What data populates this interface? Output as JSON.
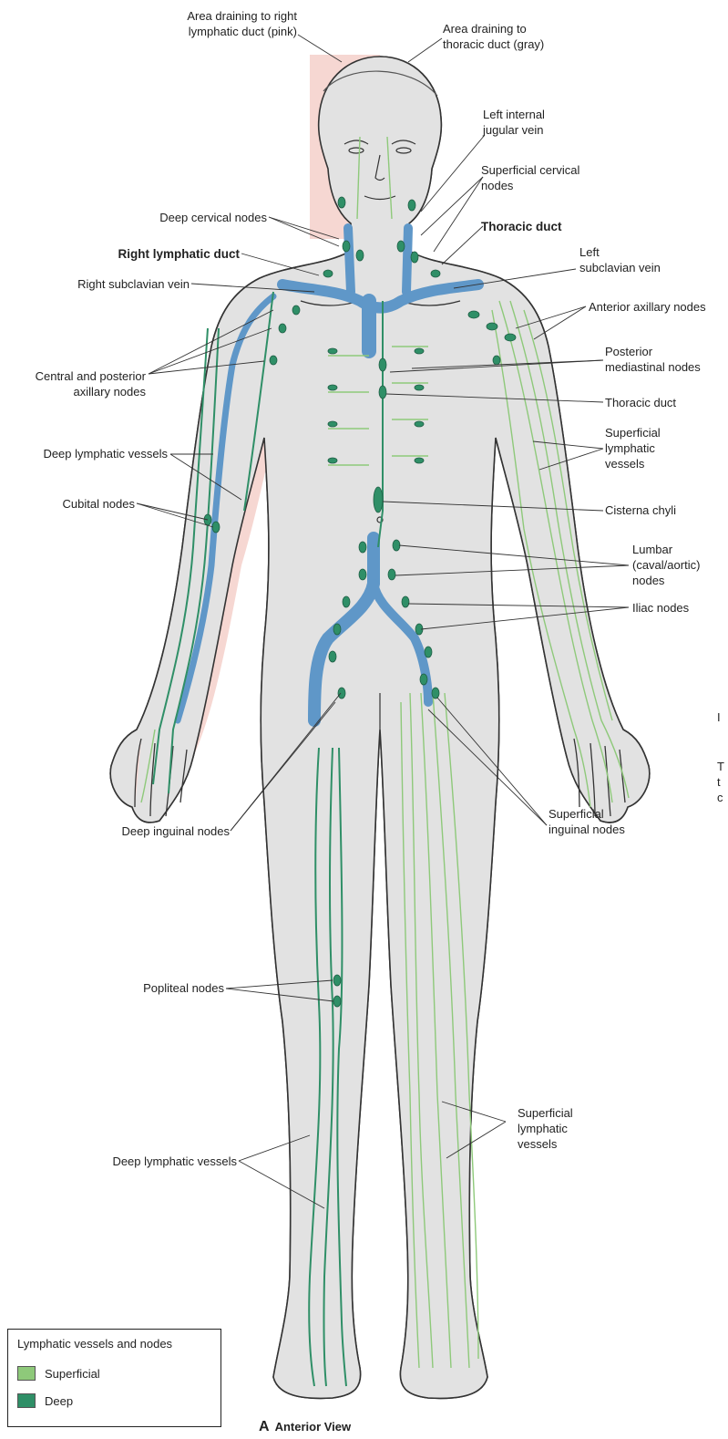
{
  "colors": {
    "right_duct_region": "#f6d7d2",
    "thoracic_region": "#e2e2e2",
    "superficial": "#8ec97a",
    "deep": "#2f8f67",
    "vein": "#5f97c8",
    "outline": "#333333"
  },
  "labels": {
    "area_right": "Area draining to right\nlymphatic duct (pink)",
    "area_thoracic": "Area draining to\nthoracic duct (gray)",
    "left_internal_jugular": "Left internal\njugular vein",
    "superficial_cervical": "Superficial cervical\nnodes",
    "deep_cervical": "Deep cervical nodes",
    "thoracic_duct_bold": "Thoracic duct",
    "right_lymphatic_duct": "Right lymphatic duct",
    "left_subclavian": "Left\nsubclavian vein",
    "right_subclavian": "Right subclavian vein",
    "anterior_axillary": "Anterior axillary nodes",
    "posterior_mediastinal": "Posterior\nmediastinal nodes",
    "central_posterior_axillary": "Central and posterior\naxillary nodes",
    "thoracic_duct": "Thoracic duct",
    "superficial_vessels_arm": "Superficial\nlymphatic\nvessels",
    "deep_vessels_arm": "Deep lymphatic vessels",
    "cubital": "Cubital nodes",
    "cisterna": "Cisterna chyli",
    "lumbar": "Lumbar\n(caval/aortic)\nnodes",
    "iliac": "Iliac nodes",
    "deep_inguinal": "Deep inguinal nodes",
    "superficial_inguinal": "Superficial\ninguinal nodes",
    "popliteal": "Popliteal nodes",
    "deep_vessels_leg": "Deep lymphatic vessels",
    "superficial_vessels_leg": "Superficial\nlymphatic\nvessels"
  },
  "legend": {
    "title": "Lymphatic vessels and nodes",
    "items": [
      {
        "label": "Superficial",
        "color": "#8ec97a"
      },
      {
        "label": "Deep",
        "color": "#2f8f67"
      }
    ]
  },
  "caption": {
    "letter": "A",
    "text": "Anterior View"
  },
  "edge_glyphs": [
    "I",
    "T",
    "t",
    "c"
  ]
}
